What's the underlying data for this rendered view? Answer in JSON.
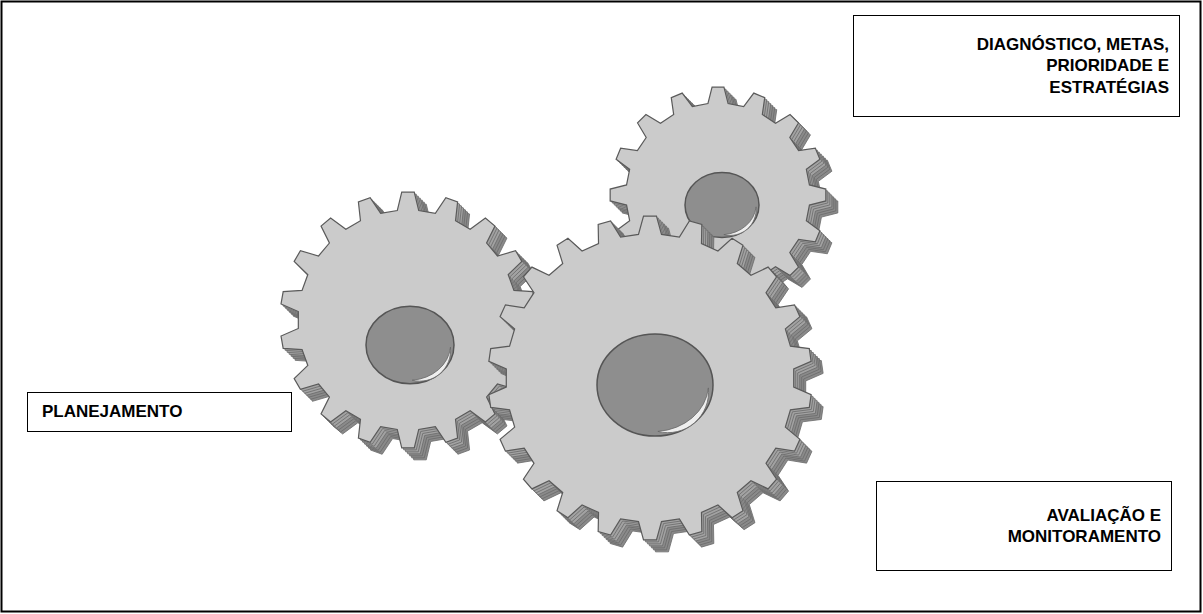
{
  "diagram": {
    "nodes": [
      {
        "text": [
          "PLANEJAMENTO"
        ]
      },
      {
        "text": [
          "DIAGNÓSTICO, METAS, PRIORIDADE E ESTRATÉGIAS"
        ]
      },
      {
        "text": [
          "AVALIAÇÃO E MONITORAMENTO"
        ]
      }
    ],
    "edges": []
  }
}
